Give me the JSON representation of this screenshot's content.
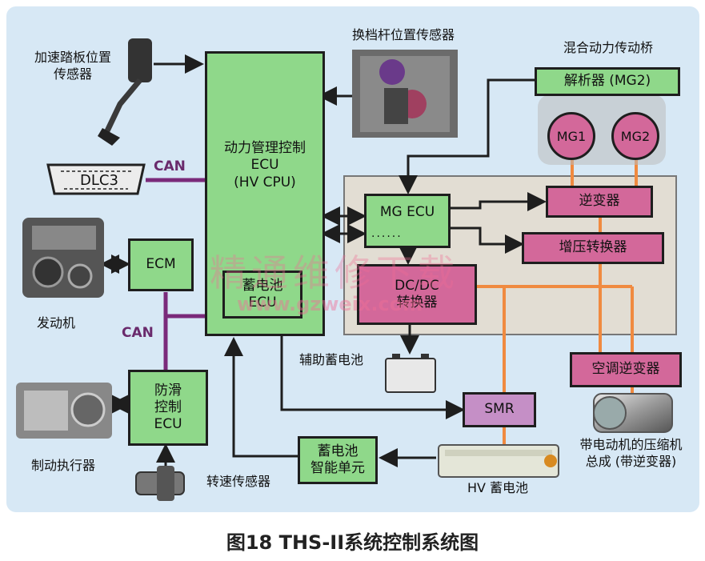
{
  "diagram": {
    "caption": "图18 THS-II系统控制系统图",
    "watermark": {
      "cn": "精通维修下载",
      "url": "www.gzweix.com"
    },
    "can_labels": [
      "CAN",
      "CAN"
    ],
    "boxes": {
      "hv_ecu": "动力管理控制\nECU\n(HV CPU)",
      "battery_ecu": "蓄电池\nECU",
      "ecm": "ECM",
      "skid_ecu": "防滑\n控制\nECU",
      "mg_ecu": "MG ECU",
      "resolver": "解析器 (MG2)",
      "inverter": "逆变器",
      "boost_converter": "增压转换器",
      "dcdc": "DC/DC\n转换器",
      "ac_inverter": "空调逆变器",
      "smr": "SMR",
      "battery_unit": "蓄电池\n智能单元",
      "dlc3": "DLC3"
    },
    "circles": {
      "mg1": "MG1",
      "mg2": "MG2"
    },
    "labels": {
      "accel_pedal": "加速踏板位置\n传感器",
      "shift_lever": "换档杆位置传感器",
      "transaxle": "混合动力传动桥",
      "engine": "发动机",
      "brake_actuator": "制动执行器",
      "speed_sensor": "转速传感器",
      "aux_battery": "辅助蓄电池",
      "hv_battery": "HV 蓄电池",
      "compressor": "带电动机的压缩机\n总成 (带逆变器)"
    },
    "colors": {
      "panel_bg": "#d7e8f5",
      "box_green": "#8fd88a",
      "box_pink": "#d3689a",
      "can_line": "#7a2a7a",
      "hv_line": "#f08a40",
      "signal_line": "#1e1e1e"
    }
  }
}
